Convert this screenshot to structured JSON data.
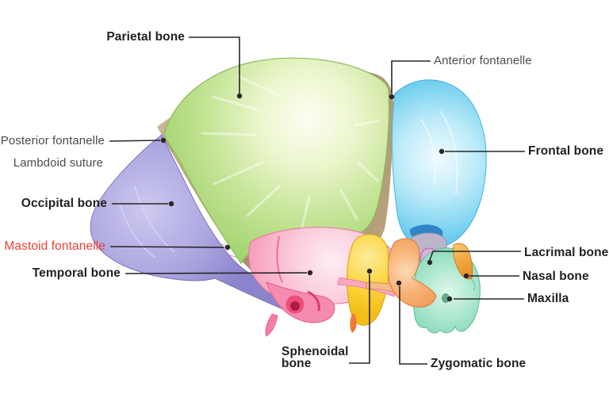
{
  "labels": {
    "parietal": "Parietal bone",
    "anterior": "Anterior fontanelle",
    "frontal": "Frontal bone",
    "posterior": "Posterior fontanelle",
    "lambdoid": "Lambdoid suture",
    "occipital": "Occipital bone",
    "mastoid": "Mastoid fontanelle",
    "temporal": "Temporal bone",
    "lacrimal": "Lacrimal bone",
    "nasal": "Nasal bone",
    "maxilla": "Maxilla",
    "sphenoidal_line1": "Sphenoidal",
    "sphenoidal_line2": "bone",
    "zygomatic": "Zygomatic bone"
  },
  "colors": {
    "background": "#ffffff",
    "label_dark": "#231f20",
    "label_gray": "#4c4c4e",
    "label_red": "#ee4036",
    "leader": "#2a2627",
    "suture_light": "#cbb897",
    "suture": "#a8916c",
    "suture_line": "#84704e",
    "parietal_glow": "#fcfef2",
    "parietal_mid": "#c6e598",
    "parietal": "#a0d26c",
    "parietal_edge": "#8cbb5e",
    "occipital_light": "#cdc9ef",
    "occipital": "#8b84cc",
    "occipital_edge": "#7d76bd",
    "frontal_glow": "#f0fbff",
    "frontal": "#7ad2f0",
    "frontal_deep": "#55c1e8",
    "frontal_edge": "#45b1de",
    "temporal_light": "#fbc9d9",
    "temporal": "#f492b4",
    "temporal_edge": "#ec6f9a",
    "temporal_accent": "#e6204e",
    "sphenoid_light": "#fdeb9e",
    "sphenoid": "#f3bd17",
    "zygomatic_light": "#fcd9b4",
    "zygomatic": "#f09a55",
    "maxilla_light": "#ddf6ec",
    "maxilla": "#83d7b5",
    "nasal": "#f0a43e",
    "lacrimal": "#cf8cca",
    "orbit_gray": "#bcb5c9",
    "orbit_blue": "#2f85c5"
  }
}
